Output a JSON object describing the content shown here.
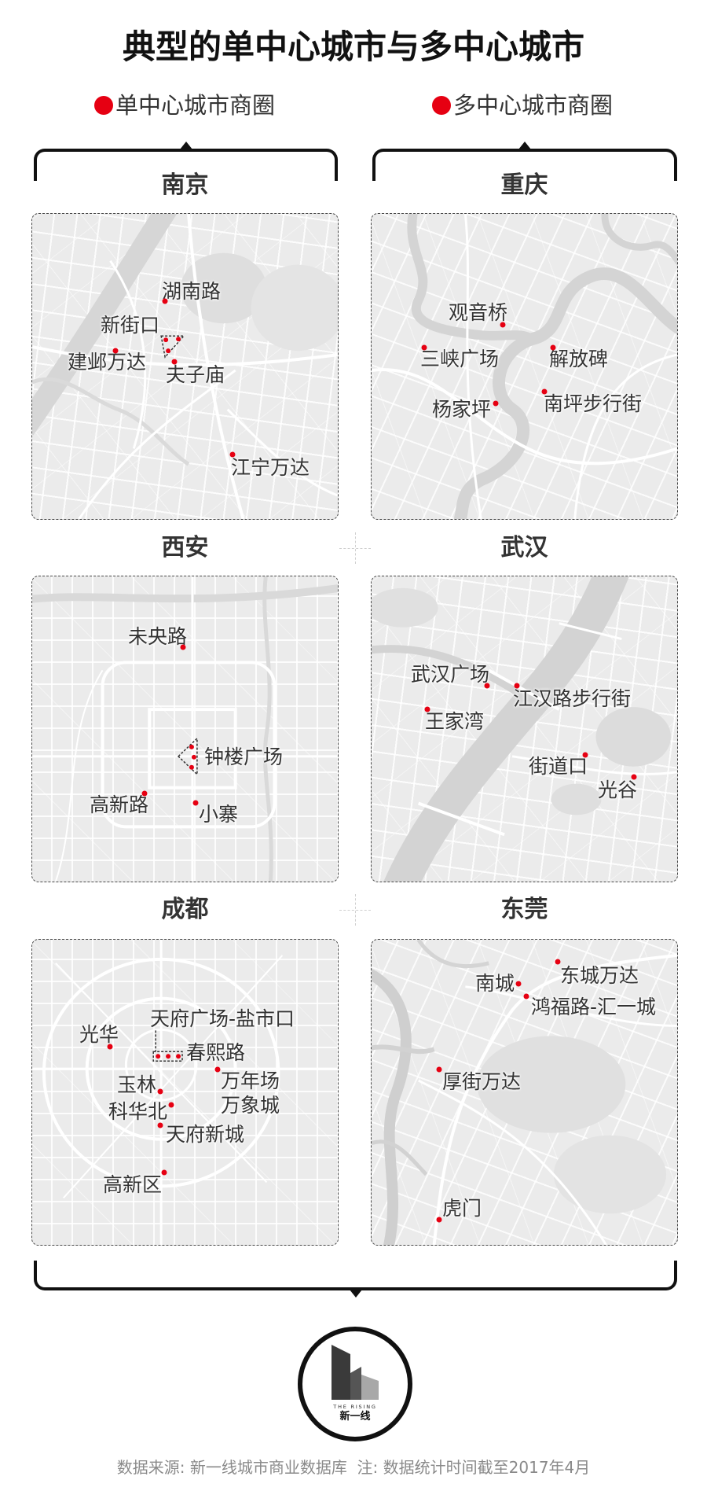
{
  "title": "典型的单中心城市与多中心城市",
  "accent_color": "#e60012",
  "groups": [
    {
      "legend": "单中心城市商圈",
      "cities": [
        {
          "name": "南京",
          "districts": [
            "湖南路",
            "新街口",
            "建邺万达",
            "夫子庙",
            "江宁万达"
          ]
        },
        {
          "name": "西安",
          "districts": [
            "未央路",
            "钟楼广场",
            "高新路",
            "小寨"
          ]
        },
        {
          "name": "成都",
          "districts": [
            "光华",
            "天府广场-盐市口",
            "春熙路",
            "万年场",
            "万象城",
            "玉林",
            "科华北",
            "天府新城",
            "高新区"
          ]
        }
      ]
    },
    {
      "legend": "多中心城市商圈",
      "cities": [
        {
          "name": "重庆",
          "districts": [
            "观音桥",
            "三峡广场",
            "解放碑",
            "杨家坪",
            "南坪步行街"
          ]
        },
        {
          "name": "武汉",
          "districts": [
            "武汉广场",
            "江汉路步行街",
            "王家湾",
            "街道口",
            "光谷"
          ]
        },
        {
          "name": "东莞",
          "districts": [
            "南城",
            "东城万达",
            "鸿福路-汇一城",
            "厚街万达",
            "虎门"
          ]
        }
      ]
    }
  ],
  "logo": {
    "en": "THE RISING",
    "cn": "新一线"
  },
  "footer": "数据来源: 新一线城市商业数据库  注: 数据统计时间截至2017年4月"
}
